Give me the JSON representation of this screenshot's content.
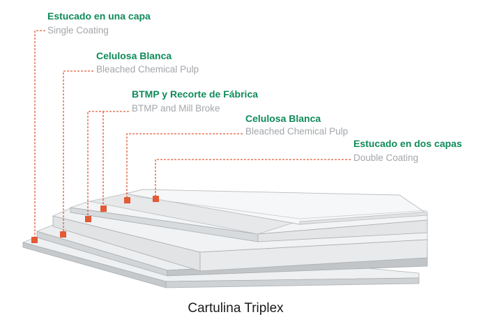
{
  "colors": {
    "title_green": "#0e8a5a",
    "subtitle_gray": "#a3a6aa",
    "leader_orange": "#e25a36",
    "marker_orange": "#e25a36",
    "caption_text": "#1a1a1a"
  },
  "layers": [
    {
      "es": "Estucado en una capa",
      "en": "Single Coating"
    },
    {
      "es": "Celulosa Blanca",
      "en": "Bleached Chemical Pulp"
    },
    {
      "es": "BTMP y Recorte de Fábrica",
      "en": "BTMP and Mill Broke"
    },
    {
      "es": "Celulosa Blanca",
      "en": "Bleached Chemical Pulp"
    },
    {
      "es": "Estucado en dos capas",
      "en": "Double Coating"
    }
  ],
  "caption": "Cartulina Triplex"
}
